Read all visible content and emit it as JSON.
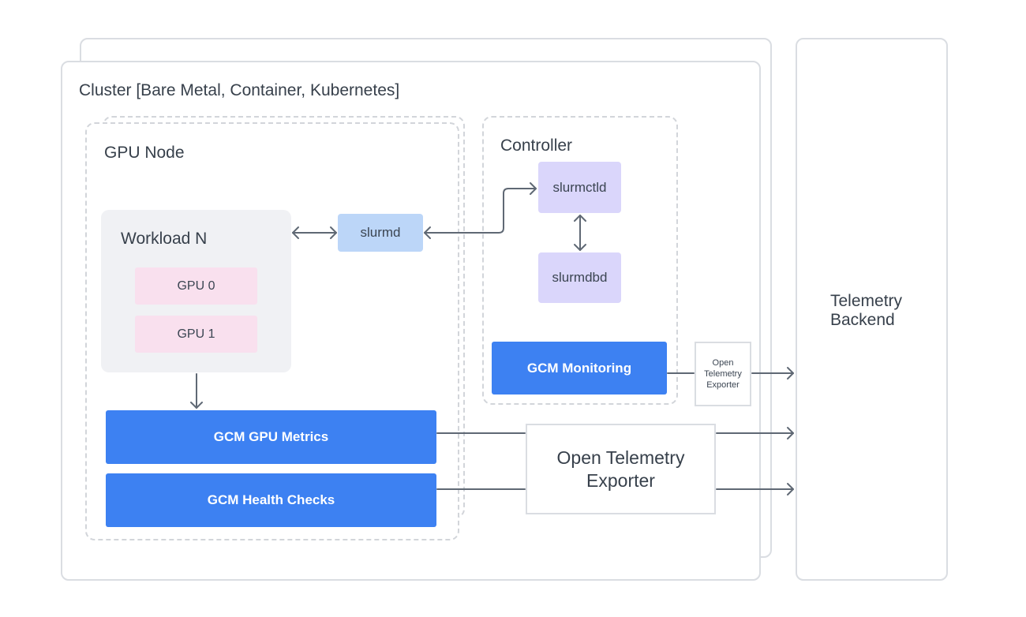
{
  "cluster": {
    "title": "Cluster [Bare Metal, Container, Kubernetes]"
  },
  "gpu_node": {
    "title": "GPU Node",
    "workload": {
      "title": "Workload N",
      "gpus": [
        "GPU 0",
        "GPU 1"
      ]
    },
    "slurmd": "slurmd",
    "gpu_metrics": "GCM GPU Metrics",
    "health_checks": "GCM Health Checks"
  },
  "controller": {
    "title": "Controller",
    "slurmctld": "slurmctld",
    "slurmdbd": "slurmdbd",
    "monitoring": "GCM Monitoring"
  },
  "exporter_small": {
    "line1": "Open",
    "line2": "Telemetry",
    "line3": "Exporter"
  },
  "exporter_large": {
    "line1": "Open Telemetry",
    "line2": "Exporter"
  },
  "backend": {
    "line1": "Telemetry",
    "line2": "Backend"
  },
  "colors": {
    "gcm_blue": "#3d81f2",
    "slurmd_blue": "#bcd6f8",
    "controller_purple": "#dad6fb",
    "gpu_pink": "#f9e0ee",
    "arrow_gray": "#5f6874"
  }
}
